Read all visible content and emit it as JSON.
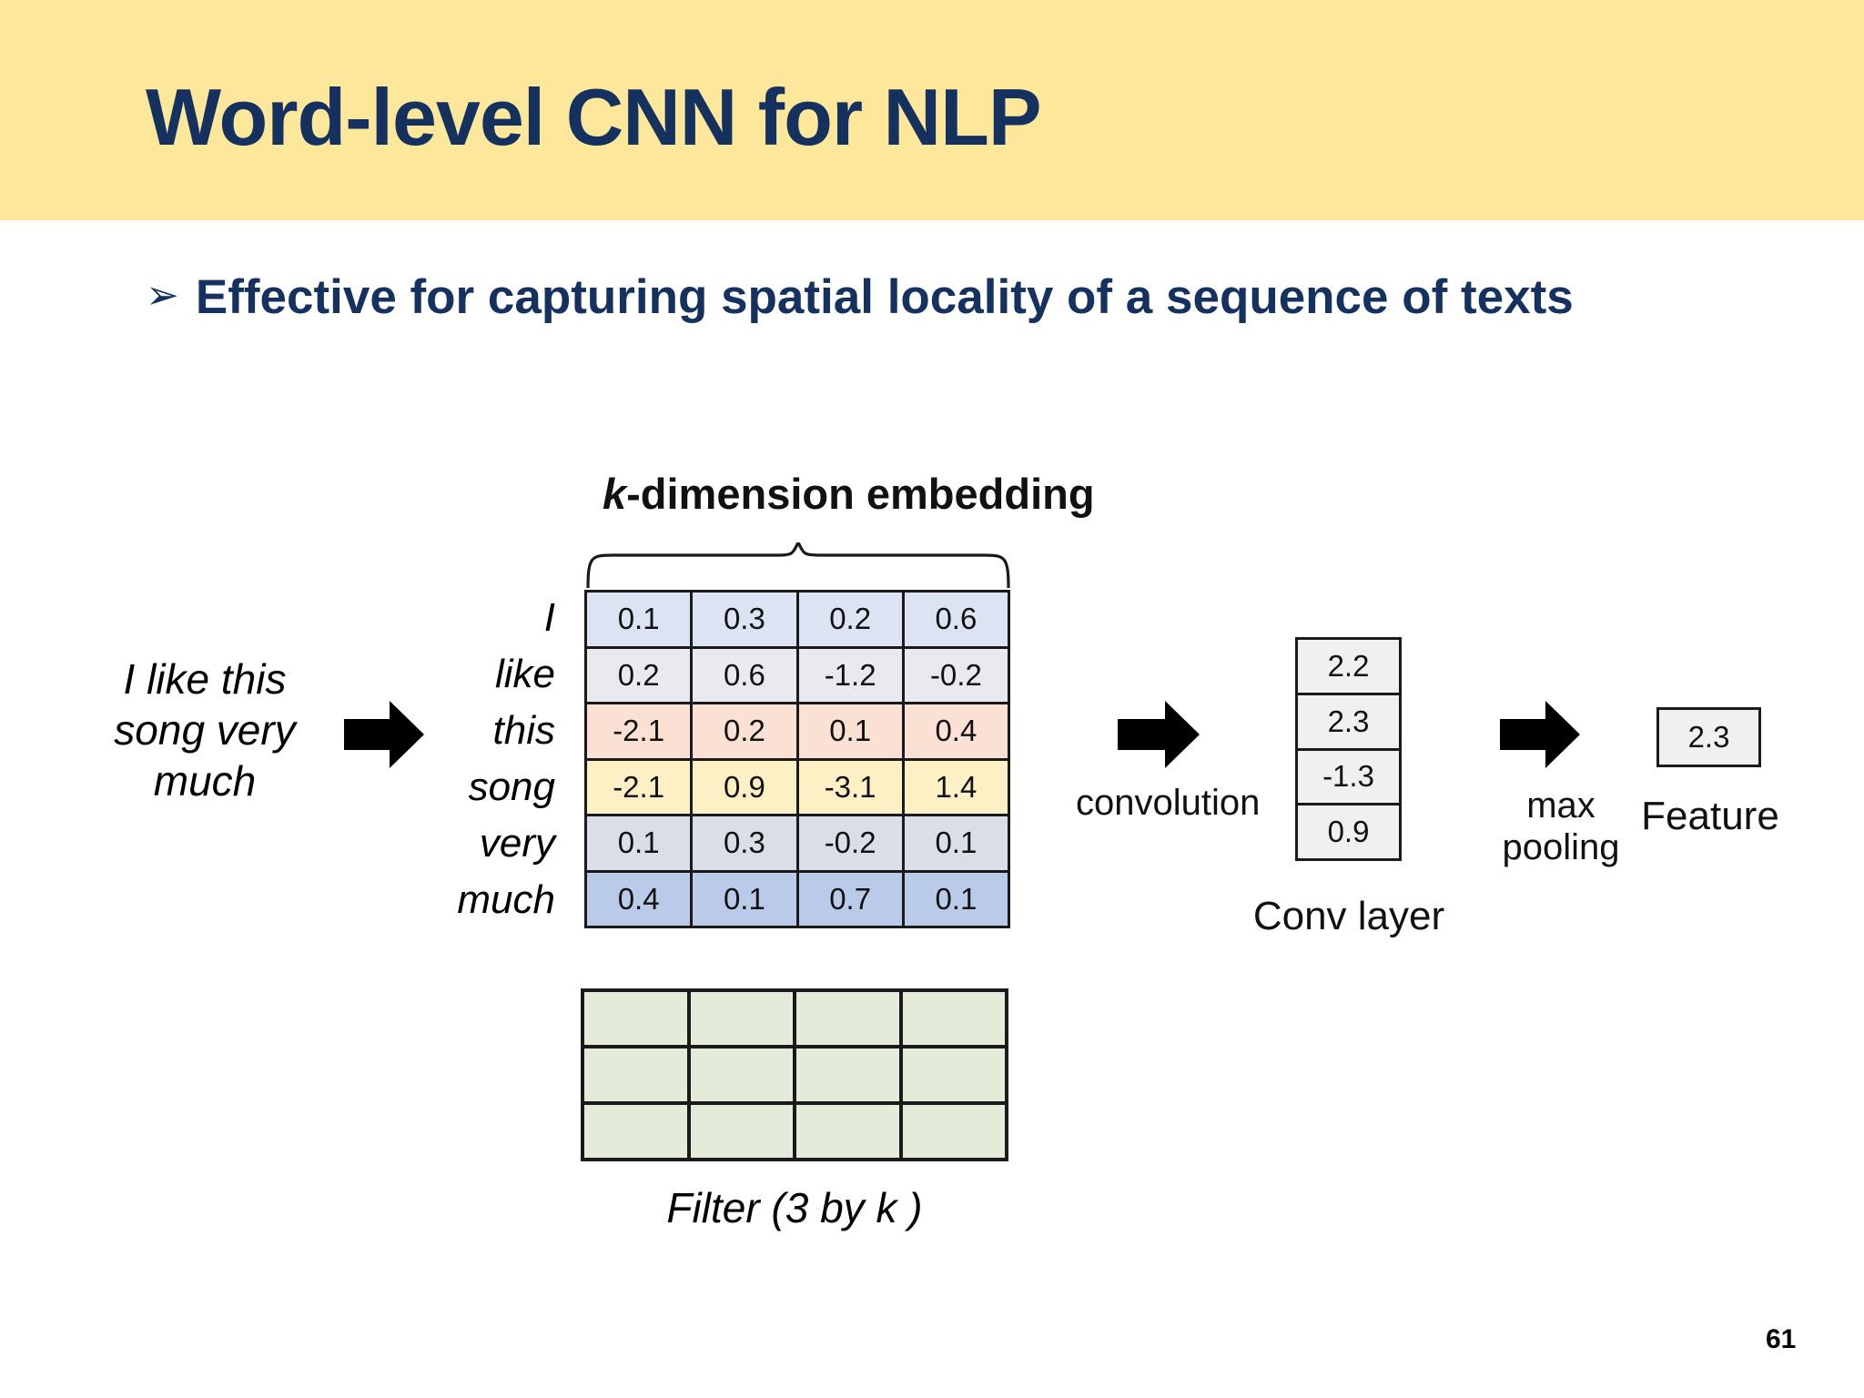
{
  "slide": {
    "title": "Word-level CNN for NLP",
    "banner_color": "#fce79a",
    "title_color": "#14315f",
    "page_number": "61"
  },
  "bullet": {
    "marker": "➢",
    "text": "Effective for capturing spatial locality of a sequence of texts"
  },
  "diagram": {
    "source_sentence": "I like this song very much",
    "kdim_label_prefix": "k",
    "kdim_label_rest": "-dimension embedding",
    "word_labels": [
      "I",
      "like",
      "this",
      "song",
      "very",
      "much"
    ],
    "convolution_label": "convolution",
    "maxpool_label_line1": "max",
    "maxpool_label_line2": "pooling",
    "conv_layer_caption": "Conv layer",
    "feature_caption": "Feature",
    "filter_caption": "Filter (3 by k )",
    "arrow_icon": "right-block-arrow"
  },
  "chart_data": {
    "type": "table",
    "title": "k-dimension embedding",
    "row_labels": [
      "I",
      "like",
      "this",
      "song",
      "very",
      "much"
    ],
    "columns": 4,
    "matrix": [
      [
        "0.1",
        "0.3",
        "0.2",
        "0.6"
      ],
      [
        "0.2",
        "0.6",
        "-1.2",
        "-0.2"
      ],
      [
        "-2.1",
        "0.2",
        "0.1",
        "0.4"
      ],
      [
        "-2.1",
        "0.9",
        "-3.1",
        "1.4"
      ],
      [
        "0.1",
        "0.3",
        "-0.2",
        "0.1"
      ],
      [
        "0.4",
        "0.1",
        "0.7",
        "0.1"
      ]
    ],
    "row_colors": [
      "#dce3f2",
      "#e9e9ef",
      "#fbe0d4",
      "#fdf0c5",
      "#d9dee7",
      "#b9cbe9"
    ],
    "conv_layer_values": [
      "2.2",
      "2.3",
      "-1.3",
      "0.9"
    ],
    "conv_cell_color": "#f0f0f0",
    "feature_value": "2.3",
    "filter_rows": 3,
    "filter_cols": 4,
    "filter_color": "#e4ecd9"
  }
}
